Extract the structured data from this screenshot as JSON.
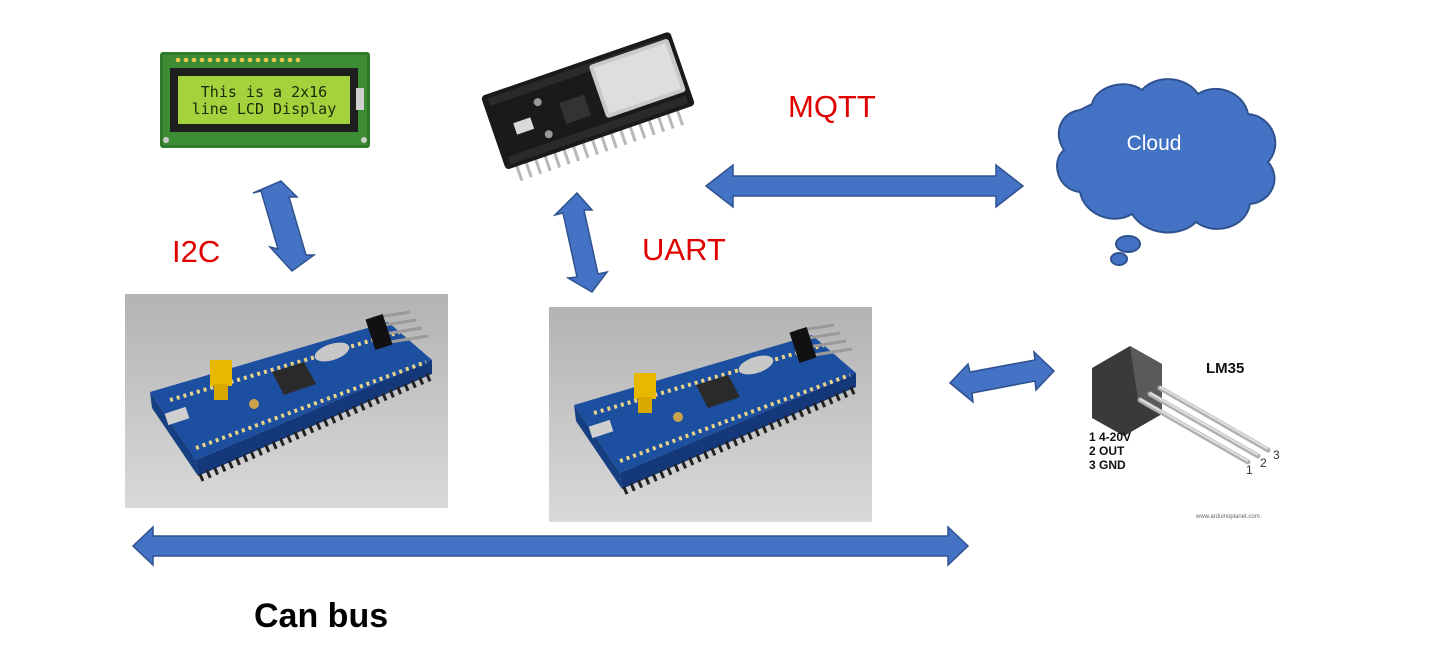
{
  "labels": {
    "i2c": "I2C",
    "uart": "UART",
    "mqtt": "MQTT",
    "can_bus": "Can bus"
  },
  "lcd": {
    "line1": "This is a 2x16",
    "line2": "line LCD Display"
  },
  "cloud": {
    "label": "Cloud"
  },
  "lm35": {
    "title": "LM35",
    "pin1": "1 4-20V",
    "pin2": "2 OUT",
    "pin3": "3 GND",
    "pin_num_1": "1",
    "pin_num_2": "2",
    "pin_num_3": "3",
    "credit": "www.arduinoplanet.com"
  },
  "colors": {
    "arrow_fill": "#4472c4",
    "arrow_stroke": "#2f528f",
    "label_red": "#e00000",
    "cloud_fill": "#4472c4",
    "lcd_green": "#a4d23c",
    "board_blue": "#1d4fa0"
  },
  "icons": [
    "lcd-module-icon",
    "esp32-board-icon",
    "stm32-board-icon",
    "lm35-sensor-icon",
    "cloud-icon"
  ]
}
